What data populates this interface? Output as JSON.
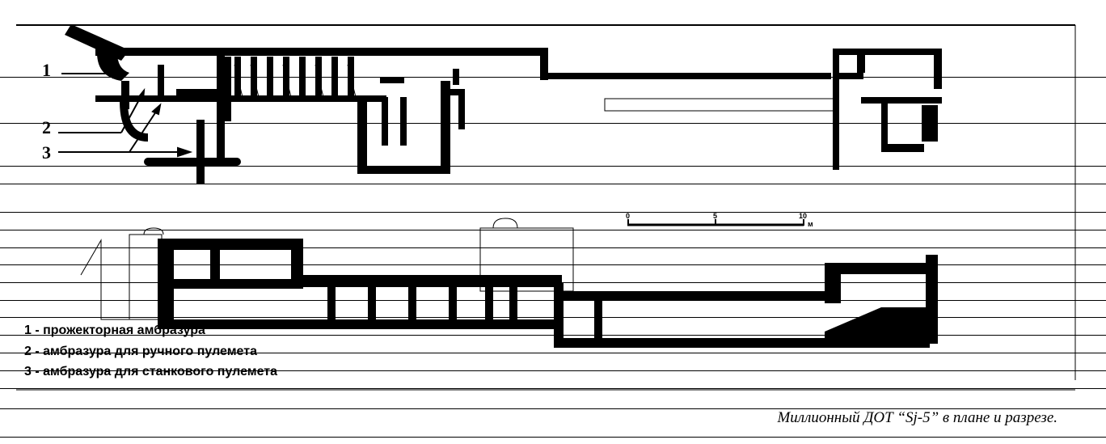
{
  "callouts": [
    "1",
    "2",
    "3"
  ],
  "legend": [
    "1 - прожекторная амбразура",
    "2 - амбразура для ручного пулемета",
    "3 - амбразура для станкового пулемета"
  ],
  "scale": {
    "ticks": [
      "0",
      "5",
      "10"
    ],
    "unit": "м"
  },
  "caption": "Миллионный ДОТ “Sj-5” в плане и разрезе."
}
